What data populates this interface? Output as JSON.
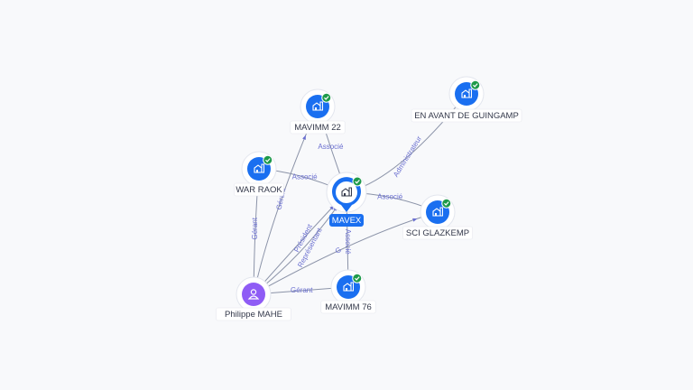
{
  "colors": {
    "company": "#1a6ff0",
    "person": "#8f5cf5",
    "verified": "#1e9a4a",
    "edge": "#8b93a8",
    "edge_label": "#6a6fd0"
  },
  "nodes": [
    {
      "id": "mavex",
      "label": "MAVEX",
      "kind": "center",
      "icon": "building-icon",
      "verified": true
    },
    {
      "id": "mavimm22",
      "label": "MAVIMM 22",
      "kind": "company",
      "icon": "building-icon",
      "verified": true
    },
    {
      "id": "enavant",
      "label": "EN AVANT DE GUINGAMP",
      "kind": "company",
      "icon": "building-icon",
      "verified": true
    },
    {
      "id": "warraok",
      "label": "WAR RAOK",
      "kind": "company",
      "icon": "building-icon",
      "verified": true
    },
    {
      "id": "sciglazkemp",
      "label": "SCI GLAZKEMP",
      "kind": "company",
      "icon": "building-icon",
      "verified": true
    },
    {
      "id": "mavimm76",
      "label": "MAVIMM 76",
      "kind": "company",
      "icon": "building-icon",
      "verified": true
    },
    {
      "id": "philippe",
      "label": "Philippe MAHE",
      "kind": "person",
      "icon": "person-icon",
      "verified": false
    }
  ],
  "edges": [
    {
      "from": "mavex",
      "to": "mavimm22",
      "label": "Associé"
    },
    {
      "from": "mavex",
      "to": "enavant",
      "label": "Administrateur"
    },
    {
      "from": "mavex",
      "to": "warraok",
      "label": "Associé"
    },
    {
      "from": "mavex",
      "to": "sciglazkemp",
      "label": "Associé"
    },
    {
      "from": "mavex",
      "to": "mavimm76",
      "label": "Associé"
    },
    {
      "from": "philippe",
      "to": "warraok",
      "label": "Gérant"
    },
    {
      "from": "philippe",
      "to": "mavimm22",
      "label": "Gérant"
    },
    {
      "from": "philippe",
      "to": "mavex",
      "label": "Président"
    },
    {
      "from": "philippe",
      "to": "mavex",
      "label": "Représentant"
    },
    {
      "from": "philippe",
      "to": "mavimm76",
      "label": "Gérant"
    },
    {
      "from": "philippe",
      "to": "sciglazkemp",
      "label": "G"
    }
  ]
}
